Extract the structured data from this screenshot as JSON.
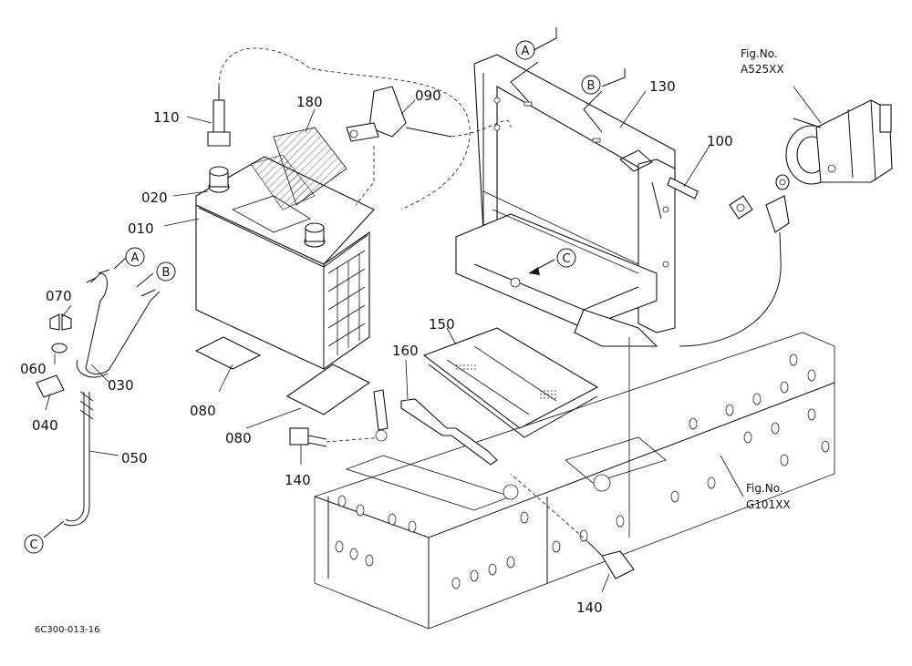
{
  "parts": {
    "p010": "010",
    "p020": "020",
    "p030": "030",
    "p040": "040",
    "p050": "050",
    "p060": "060",
    "p070": "070",
    "p080a": "080",
    "p080b": "080",
    "p090": "090",
    "p100": "100",
    "p110": "110",
    "p130": "130",
    "p140a": "140",
    "p140b": "140",
    "p150": "150",
    "p160": "160",
    "p180": "180"
  },
  "callouts": {
    "a1": "A",
    "a2": "A",
    "b1": "B",
    "b2": "B",
    "c1": "C",
    "c2": "C"
  },
  "figures": {
    "starter_label": "Fig.No.",
    "starter_no": "A525XX",
    "frame_label": "Fig.No.",
    "frame_no": "G101XX"
  },
  "drawing_code": "6C300-013-16"
}
